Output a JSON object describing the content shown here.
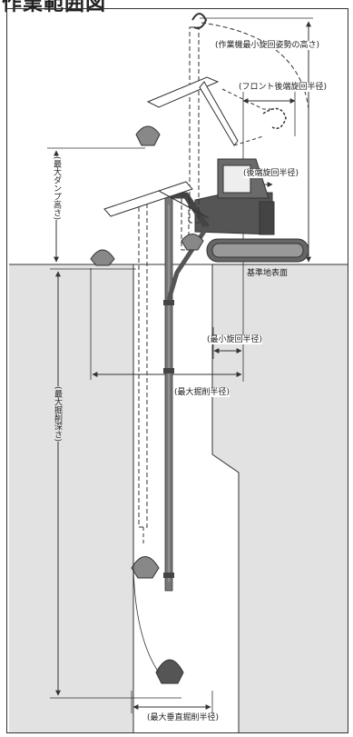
{
  "title": "作業範囲図",
  "labels": {
    "min_swing_posture_height": "(作業機最小旋回姿勢の高さ)",
    "front_rear_swing_radius": "(フロント後端旋回半径)",
    "rear_swing_radius": "(後端旋回半径)",
    "max_dump_height": "(最大ダンプ高さ)",
    "ground_reference": "基準地表面",
    "min_swing_radius": "(最小旋回半径)",
    "max_digging_radius": "(最大掘削半径)",
    "max_digging_depth": "(最大掘削深さ)",
    "max_vertical_digging_radius": "(最大垂直掘削半径)"
  },
  "colors": {
    "ground": "#e2e2e2",
    "line": "#333333",
    "machine": "#555555",
    "arm": "#777777"
  }
}
